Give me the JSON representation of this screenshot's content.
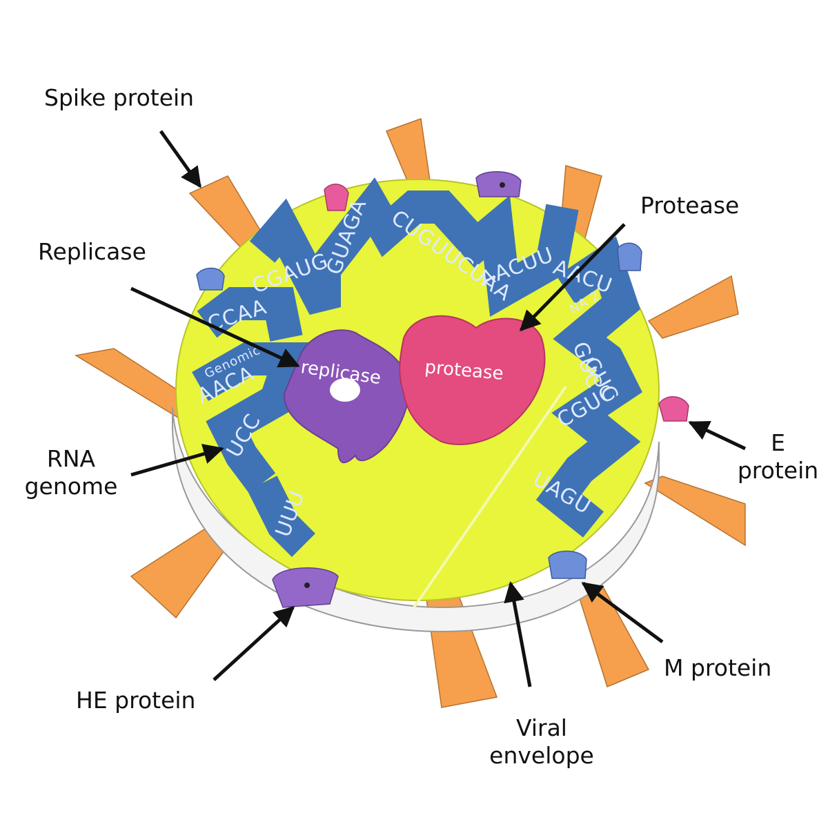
{
  "labels": {
    "spike": "Spike protein",
    "replicase": "Replicase",
    "protease": "Protease",
    "rna_line1": "RNA",
    "rna_line2": "genome",
    "e_line1": "E",
    "e_line2": "protein",
    "he": "HE protein",
    "viral_line1": "Viral",
    "viral_line2": "envelope",
    "m": "M protein"
  },
  "model_text": {
    "replicase_cutout": "replicase",
    "protease_cutout": "protease",
    "rna_segments": [
      "CGAUG",
      "GUAGA",
      "CUGUUCUAA",
      "AACUU",
      "CCAA",
      "AACA",
      "UCC",
      "UUU",
      "GUC",
      "GUC",
      "UAGU",
      "CGUC",
      "AACU"
    ],
    "genomic_tag": "Genomic",
    "rna2_tag": "NA 2"
  },
  "colors": {
    "capsid_fill": "#e8f53a",
    "rna_ribbon": "#3f73b5",
    "spike": "#f6a04d",
    "replicase": "#8a55b8",
    "protease": "#e44b7e",
    "e_protein": "#e85a9b",
    "m_protein": "#6d8ed8",
    "he_protein": "#9468c9",
    "envelope": "#f4f4f4"
  }
}
